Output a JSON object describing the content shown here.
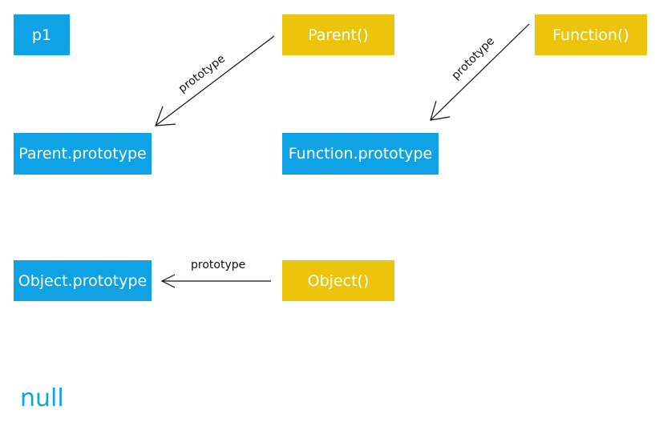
{
  "nodes": {
    "p1": "p1",
    "parent_fn": "Parent()",
    "function_fn": "Function()",
    "parent_prototype": "Parent.prototype",
    "function_prototype": "Function.prototype",
    "object_prototype": "Object.prototype",
    "object_fn": "Object()",
    "null": "null"
  },
  "edges": {
    "parent_to_parent_prototype": "prototype",
    "function_to_function_prototype": "prototype",
    "object_to_object_prototype": "prototype"
  },
  "colors": {
    "constructor_box": "#ecc40c",
    "object_box": "#0fa3e6",
    "box_text": "#ffffff",
    "arrow": "#111111",
    "null_text": "#0fa3e6"
  }
}
